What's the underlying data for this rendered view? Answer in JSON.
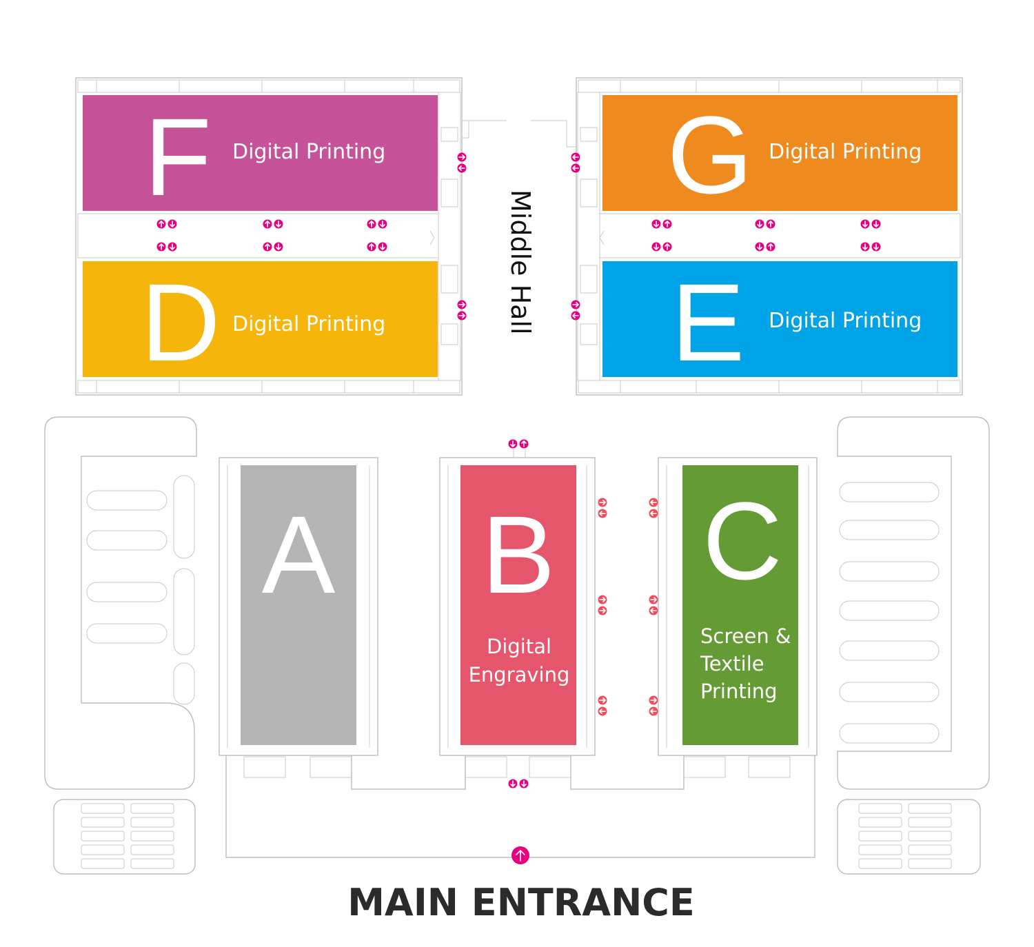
{
  "map": {
    "halls": [
      {
        "id": "F",
        "letter": "F",
        "description": [
          "Digital Printing"
        ],
        "color": "#c6529a"
      },
      {
        "id": "G",
        "letter": "G",
        "description": [
          "Digital Printing"
        ],
        "color": "#ee8a1e"
      },
      {
        "id": "D",
        "letter": "D",
        "description": [
          "Digital Printing"
        ],
        "color": "#f5b50a"
      },
      {
        "id": "E",
        "letter": "E",
        "description": [
          "Digital Printing"
        ],
        "color": "#00a3e5"
      },
      {
        "id": "A",
        "letter": "A",
        "description": [],
        "color": "#b5b5b5"
      },
      {
        "id": "B",
        "letter": "B",
        "description": [
          "Digital",
          "Engraving"
        ],
        "color": "#e5566d"
      },
      {
        "id": "C",
        "letter": "C",
        "description": [
          "Screen &",
          "Textile",
          "Printing"
        ],
        "color": "#659b34"
      }
    ],
    "middle_hall_label": "Middle Hall",
    "main_entrance_label": "MAIN ENTRANCE",
    "colors": {
      "outline": "#bdbdbd",
      "escalator_marker": "#e4007f",
      "door_marker": "#ef4b5a",
      "title_text": "#2b2b2b"
    },
    "icons": [
      "escalator-up-icon",
      "escalator-down-icon",
      "door-arrow-icon",
      "entrance-arrow-icon"
    ]
  }
}
